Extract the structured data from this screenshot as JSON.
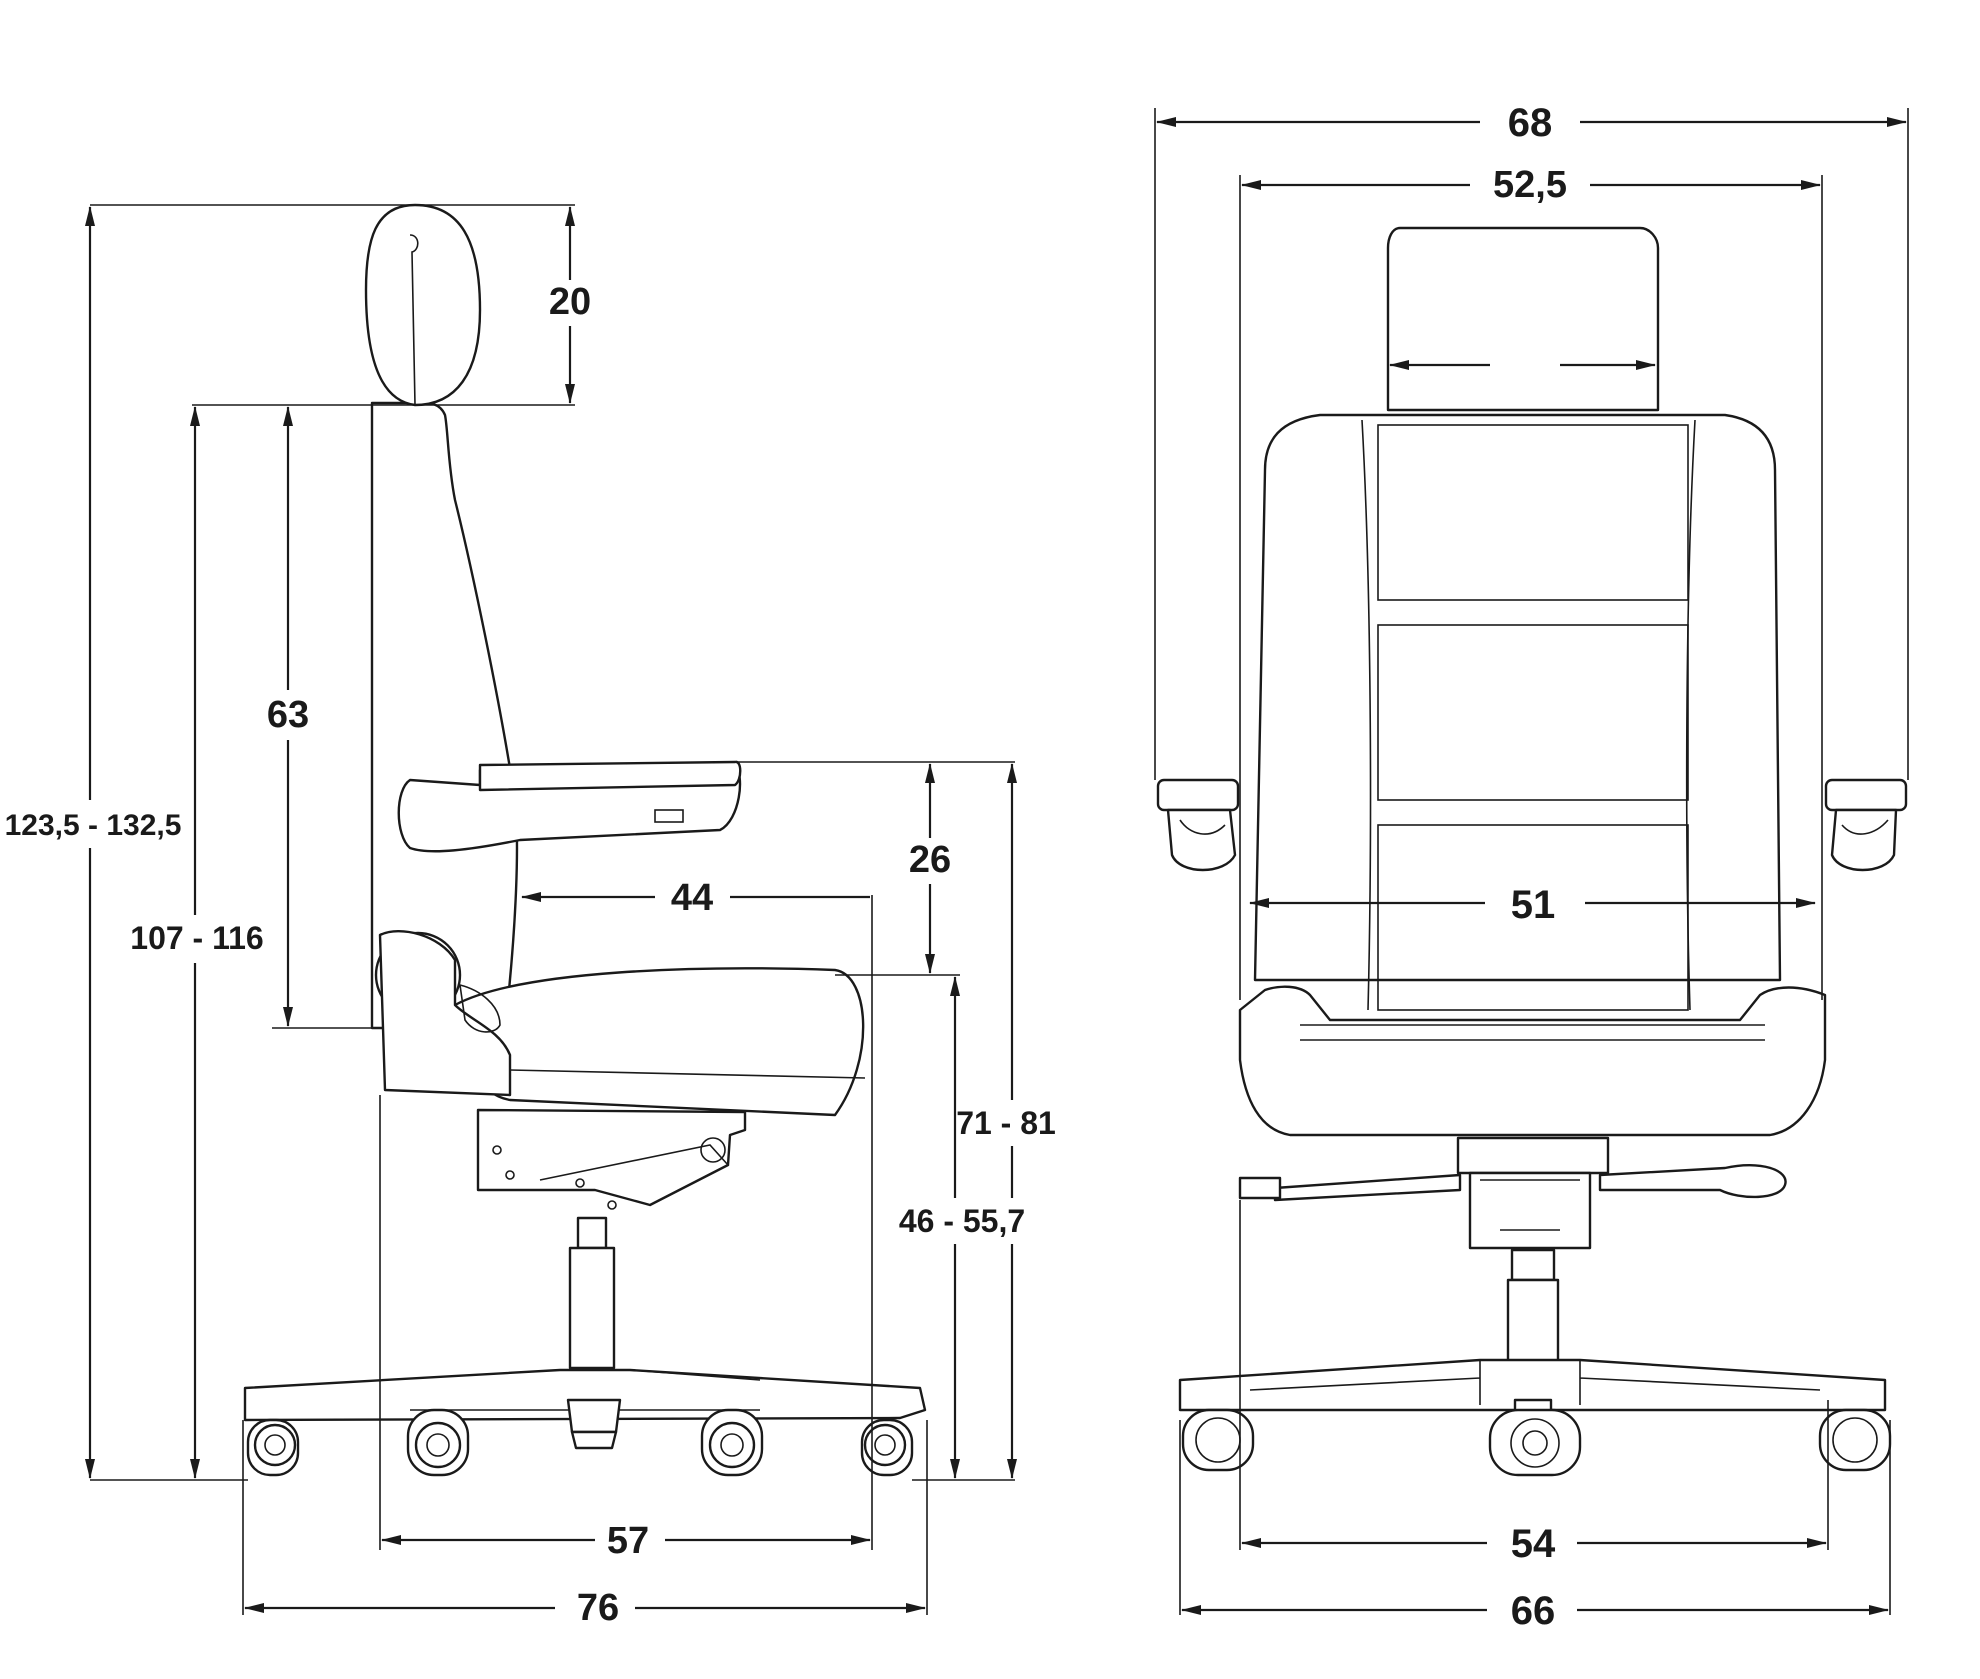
{
  "dimensions": {
    "side": {
      "total_height": "123,5 - 132,5",
      "headrest_height": "20",
      "back_height": "63",
      "height_without_headrest": "107 - 116",
      "armrest_above_seat": "26",
      "seat_depth": "44",
      "armrest_height": "71 - 81",
      "seat_height": "46 - 55,7",
      "depth_57": "57",
      "base_depth": "76"
    },
    "front": {
      "overall_width": "68",
      "width_52_5": "52,5",
      "seat_width": "51",
      "width_54": "54",
      "base_width": "66"
    }
  },
  "colors": {
    "line": "#1a1a1a",
    "background": "#ffffff"
  }
}
